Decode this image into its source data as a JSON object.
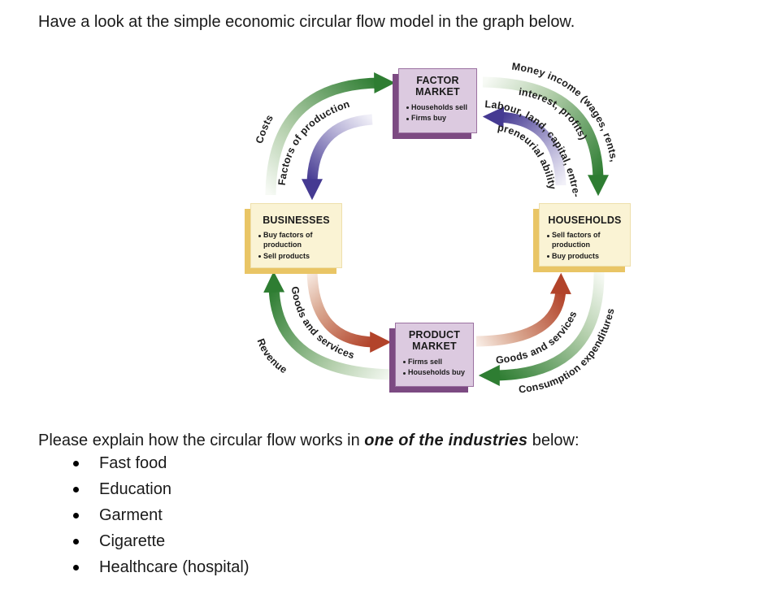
{
  "intro": "Have a look at the simple economic circular flow model in the graph below.",
  "diagram": {
    "nodes": {
      "factor_market": {
        "title": "FACTOR MARKET",
        "bullets": [
          "Households sell",
          "Firms buy"
        ]
      },
      "businesses": {
        "title": "BUSINESSES",
        "bullets": [
          "Buy factors of production",
          "Sell products"
        ]
      },
      "households": {
        "title": "HOUSEHOLDS",
        "bullets": [
          "Sell factors of production",
          "Buy products"
        ]
      },
      "product_market": {
        "title": "PRODUCT MARKET",
        "bullets": [
          "Firms sell",
          "Households buy"
        ]
      }
    },
    "flows": {
      "costs": "Costs",
      "factors_of_production": "Factors of production",
      "money_income_line1": "Money income (wages, rents,",
      "money_income_line2": "interest, profits)",
      "labour_line1": "Labour, land, capital, entre-",
      "labour_line2": "preneurial ability",
      "goods_services_lower_left": "Goods and services",
      "revenue": "Revenue",
      "goods_services_lower_right": "Goods and services",
      "consumption_expenditures": "Consumption expenditures"
    },
    "colors": {
      "green_arrow": "#2e7d32",
      "purple_arrow": "#453a92",
      "red_arrow": "#b2432a",
      "market_box_fill": "#dccae0",
      "market_box_edge": "#7c4a82",
      "sector_box_fill": "#faf3d4",
      "sector_box_edge": "#e9c565"
    }
  },
  "prompt": {
    "prefix": "Please explain how the circular flow works in ",
    "emphasis": "one of the industries",
    "suffix": " below:"
  },
  "industries": [
    "Fast food",
    "Education",
    "Garment",
    "Cigarette",
    "Healthcare (hospital)"
  ]
}
